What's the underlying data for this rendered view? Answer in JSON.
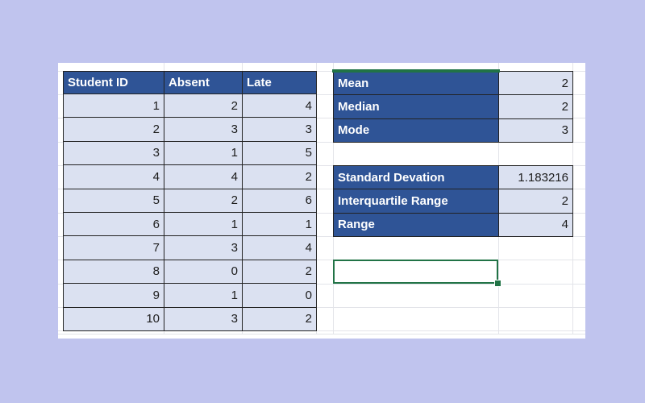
{
  "spreadsheet": {
    "table": {
      "headers": [
        "Student ID",
        "Absent",
        "Late"
      ],
      "rows": [
        [
          1,
          2,
          4
        ],
        [
          2,
          3,
          3
        ],
        [
          3,
          1,
          5
        ],
        [
          4,
          4,
          2
        ],
        [
          5,
          2,
          6
        ],
        [
          6,
          1,
          1
        ],
        [
          7,
          3,
          4
        ],
        [
          8,
          0,
          2
        ],
        [
          9,
          1,
          0
        ],
        [
          10,
          3,
          2
        ]
      ]
    },
    "central_tendency": {
      "rows": [
        {
          "label": "Mean",
          "value": "2"
        },
        {
          "label": "Median",
          "value": "2"
        },
        {
          "label": "Mode",
          "value": "3"
        }
      ]
    },
    "spread": {
      "rows": [
        {
          "label": "Standard Devation",
          "value": "1.183216"
        },
        {
          "label": "Interquartile Range",
          "value": "2"
        },
        {
          "label": "Range",
          "value": "4"
        }
      ]
    }
  },
  "colors": {
    "page_background": "#c0c4ee",
    "sheet_background": "#ffffff",
    "header_fill": "#2f5496",
    "cell_fill": "#dbe1f1",
    "cell_border": "#222222",
    "gridline": "#e3e4e9",
    "selection_green": "#217346",
    "header_text": "#ffffff",
    "cell_text": "#1c1c1c"
  }
}
